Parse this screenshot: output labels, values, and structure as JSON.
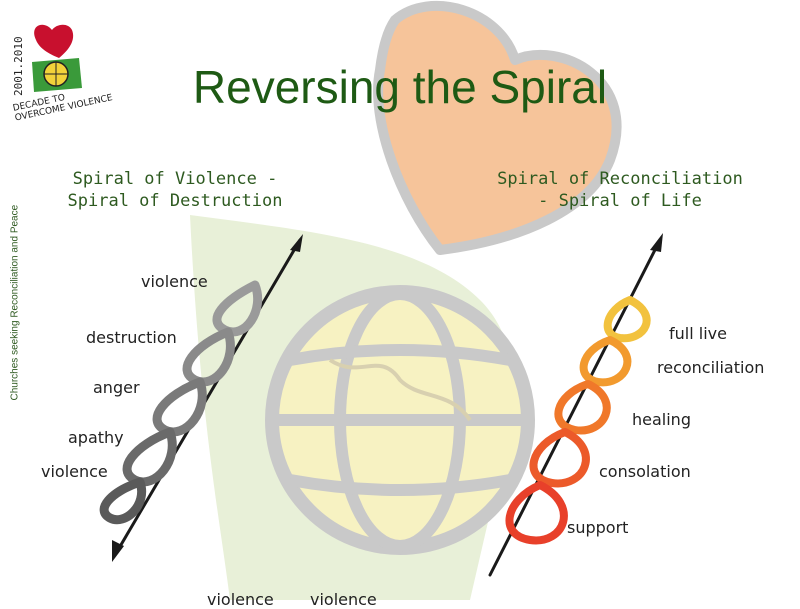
{
  "slide": {
    "title": "Reversing the Spiral",
    "side_caption": "Churches seeking Reconciliation and Peace"
  },
  "logo": {
    "years": "2001.2010",
    "motto": "DECADE TO OVERCOME VIOLENCE"
  },
  "left_panel": {
    "subtitle": "Spiral of Violence - Spiral of Destruction",
    "labels": [
      "violence",
      "destruction",
      "anger",
      "apathy",
      "violence"
    ]
  },
  "right_panel": {
    "subtitle": "Spiral of Reconciliation - Spiral of Life",
    "labels": [
      "full live",
      "reconciliation",
      "healing",
      "consolation",
      "support"
    ]
  },
  "footer": {
    "labels": [
      "violence",
      "violence"
    ]
  },
  "colors": {
    "title_green": "#1e5a14",
    "heart_orange": "#f6c49a",
    "heart_outline": "#c9c9c9",
    "globe_fill": "#f7f2c2",
    "leaf_green": "#e8f0d8",
    "spiral_grey": "#7a7a7a",
    "spiral_red": "#e8402a",
    "spiral_orange": "#f29a2e"
  }
}
